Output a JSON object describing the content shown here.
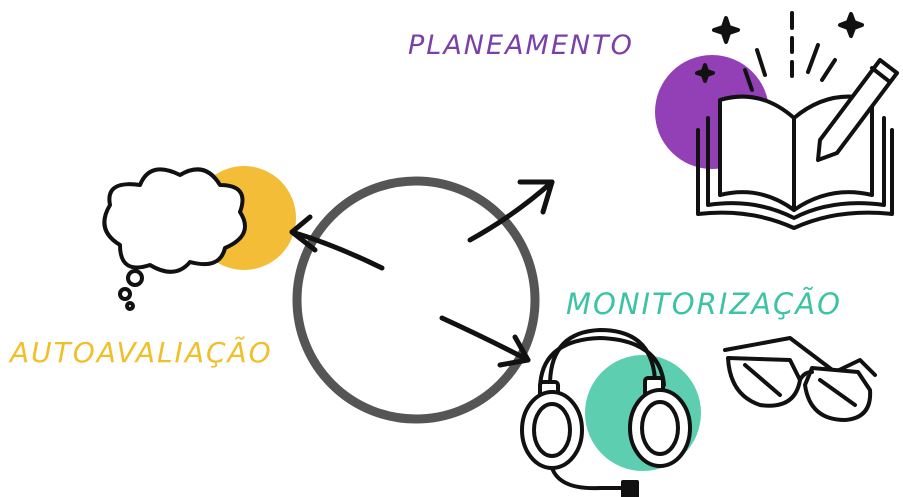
{
  "labels": {
    "planning": "PLANEAMENTO",
    "self_assessment": "AUTOAVALIAÇÃO",
    "monitoring": "MONITORIZAÇÃO"
  },
  "colors": {
    "planning": "#7b3fa8",
    "planning_blob": "#8a2fb0",
    "self_assessment": "#f0c02a",
    "self_assessment_blob": "#f2b92c",
    "monitoring": "#3cc3a3",
    "monitoring_blob": "#4dc9a8",
    "circle": "#555555",
    "ink": "#111111"
  },
  "icons": [
    "book-pencil-icon",
    "thought-cloud-icon",
    "headphones-icon",
    "glasses-icon"
  ]
}
